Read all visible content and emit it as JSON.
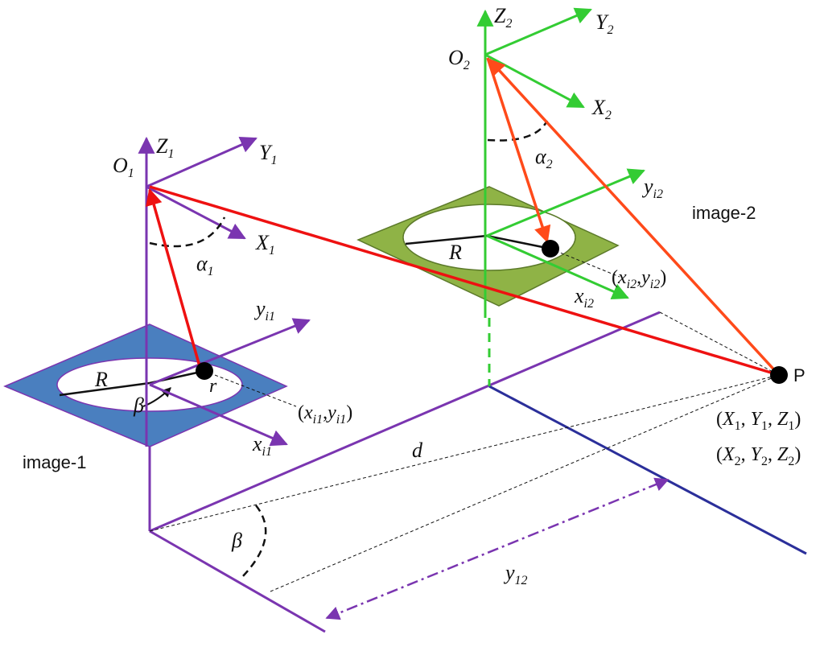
{
  "colors": {
    "frame1": "#7a35b0",
    "frame2": "#33cc33",
    "ray1": "#ee1111",
    "ray2": "#ff4a1a",
    "image1_fill": "#4a7fbf",
    "image2_fill": "#8fb346",
    "ground_blue": "#2b2f9a",
    "point": "#000000"
  },
  "labels": {
    "O1_main": "O",
    "O1_sub": "1",
    "Z1_main": "Z",
    "Z1_sub": "1",
    "Y1_main": "Y",
    "Y1_sub": "1",
    "X1_main": "X",
    "X1_sub": "1",
    "alpha1_main": "α",
    "alpha1_sub": "1",
    "O2_main": "O",
    "O2_sub": "2",
    "Z2_main": "Z",
    "Z2_sub": "2",
    "Y2_main": "Y",
    "Y2_sub": "2",
    "X2_main": "X",
    "X2_sub": "2",
    "alpha2_main": "α",
    "alpha2_sub": "2",
    "yi1_main": "y",
    "yi1_sub": "i1",
    "xi1_main": "x",
    "xi1_sub": "i1",
    "yi2_main": "y",
    "yi2_sub": "i2",
    "xi2_main": "x",
    "xi2_sub": "i2",
    "R1": "R",
    "R2": "R",
    "r": "r",
    "beta_small": "β",
    "beta_big": "β",
    "d": "d",
    "y12_main": "y",
    "y12_sub": "12",
    "image1": "image-1",
    "image2": "image-2",
    "P": "P",
    "img1_coord": {
      "open": "(",
      "x": "x",
      "xs": "i1",
      "comma": ",",
      "y": "y",
      "ys": "i1",
      "close": ")"
    },
    "img2_coord": {
      "open": "(",
      "x": "x",
      "xs": "i2",
      "comma": ",",
      "y": "y",
      "ys": "i2",
      "close": ")"
    },
    "world1": {
      "open": "(",
      "X": "X",
      "Xs": "1",
      "Y": "Y",
      "Ys": "1",
      "Z": "Z",
      "Zs": "1",
      "close": ")"
    },
    "world2": {
      "open": "(",
      "X": "X",
      "Xs": "2",
      "Y": "Y",
      "Ys": "2",
      "Z": "Z",
      "Zs": "2",
      "close": ")"
    }
  }
}
